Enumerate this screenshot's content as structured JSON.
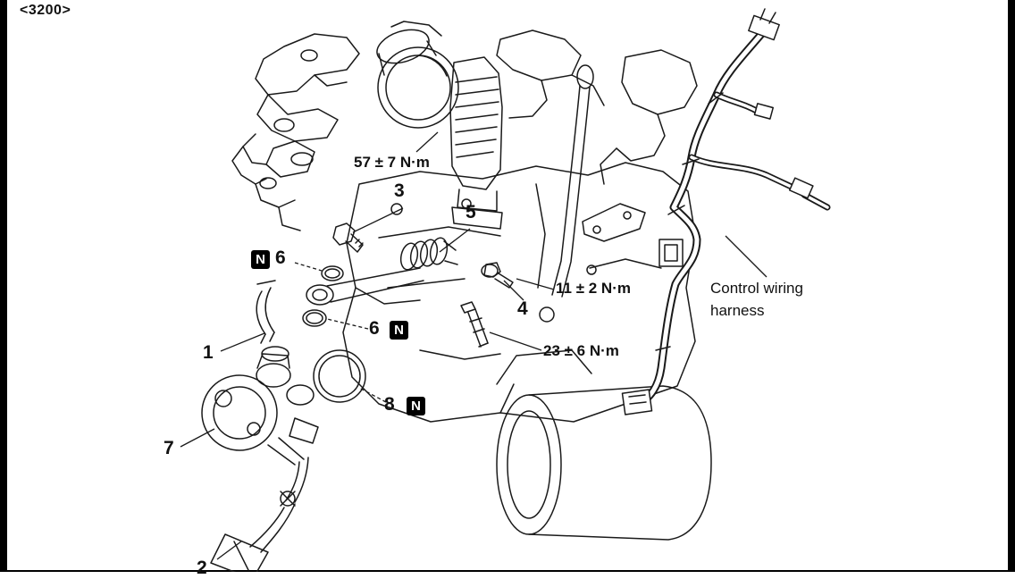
{
  "header": {
    "model_code": "<3200>"
  },
  "diagram_labels": {
    "torque_throttle": "57 ± 7 N·m",
    "torque_sensor_bolt": "11 ± 2 N·m",
    "torque_pipe_bolt": "23 ± 6 N·m",
    "control_wiring_harness": "Control wiring harness",
    "non_reusable": "N"
  },
  "callouts": {
    "hose": "1",
    "lower_hose": "2",
    "bolt": "3",
    "sensor_bolt": "4",
    "fitting": "5",
    "o_ring_upper": "6",
    "o_ring_lower": "6",
    "vacuum_pump": "7",
    "o_ring_large": "8"
  },
  "colors": {
    "line": "#1a1a1a",
    "background": "#ffffff",
    "letterbox": "#000000"
  }
}
